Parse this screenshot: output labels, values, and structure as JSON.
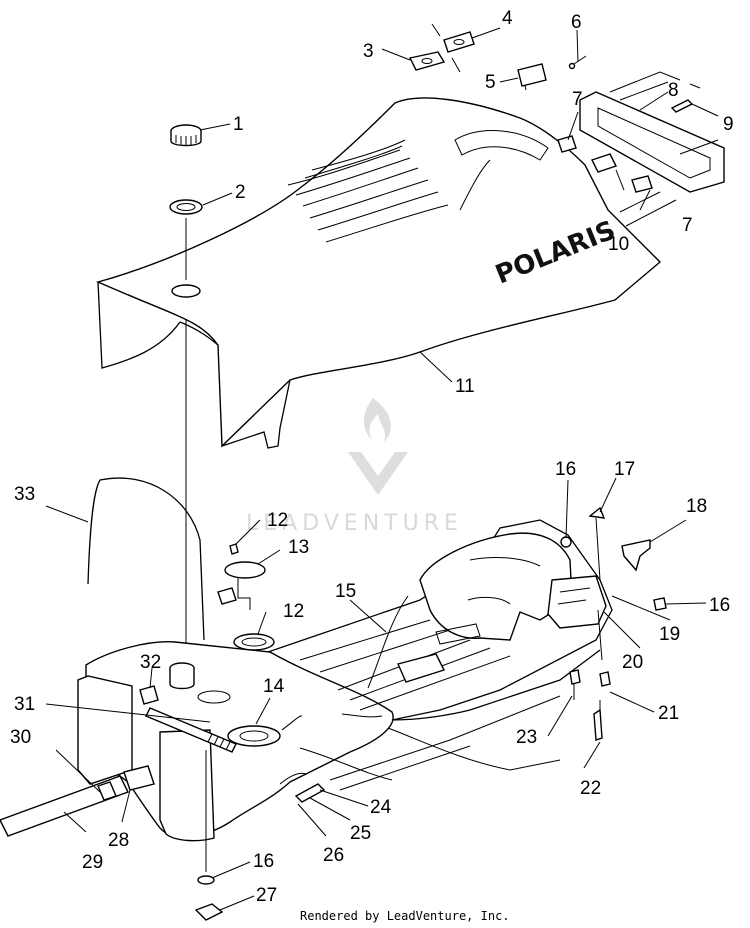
{
  "brand_text": "POLARIS",
  "watermark": "LEADVENTURE",
  "footer": "Rendered by LeadVenture, Inc.",
  "callouts": {
    "c1": "1",
    "c2": "2",
    "c3": "3",
    "c4": "4",
    "c5": "5",
    "c6": "6",
    "c7a": "7",
    "c7b": "7",
    "c8": "8",
    "c9": "9",
    "c10": "10",
    "c11": "11",
    "c12a": "12",
    "c12b": "12",
    "c13": "13",
    "c14": "14",
    "c15": "15",
    "c16a": "16",
    "c16b": "16",
    "c16c": "16",
    "c17": "17",
    "c18": "18",
    "c19": "19",
    "c20": "20",
    "c21": "21",
    "c22": "22",
    "c23": "23",
    "c24": "24",
    "c25": "25",
    "c26": "26",
    "c27": "27",
    "c28": "28",
    "c29": "29",
    "c30": "30",
    "c31": "31",
    "c32": "32",
    "c33": "33"
  }
}
